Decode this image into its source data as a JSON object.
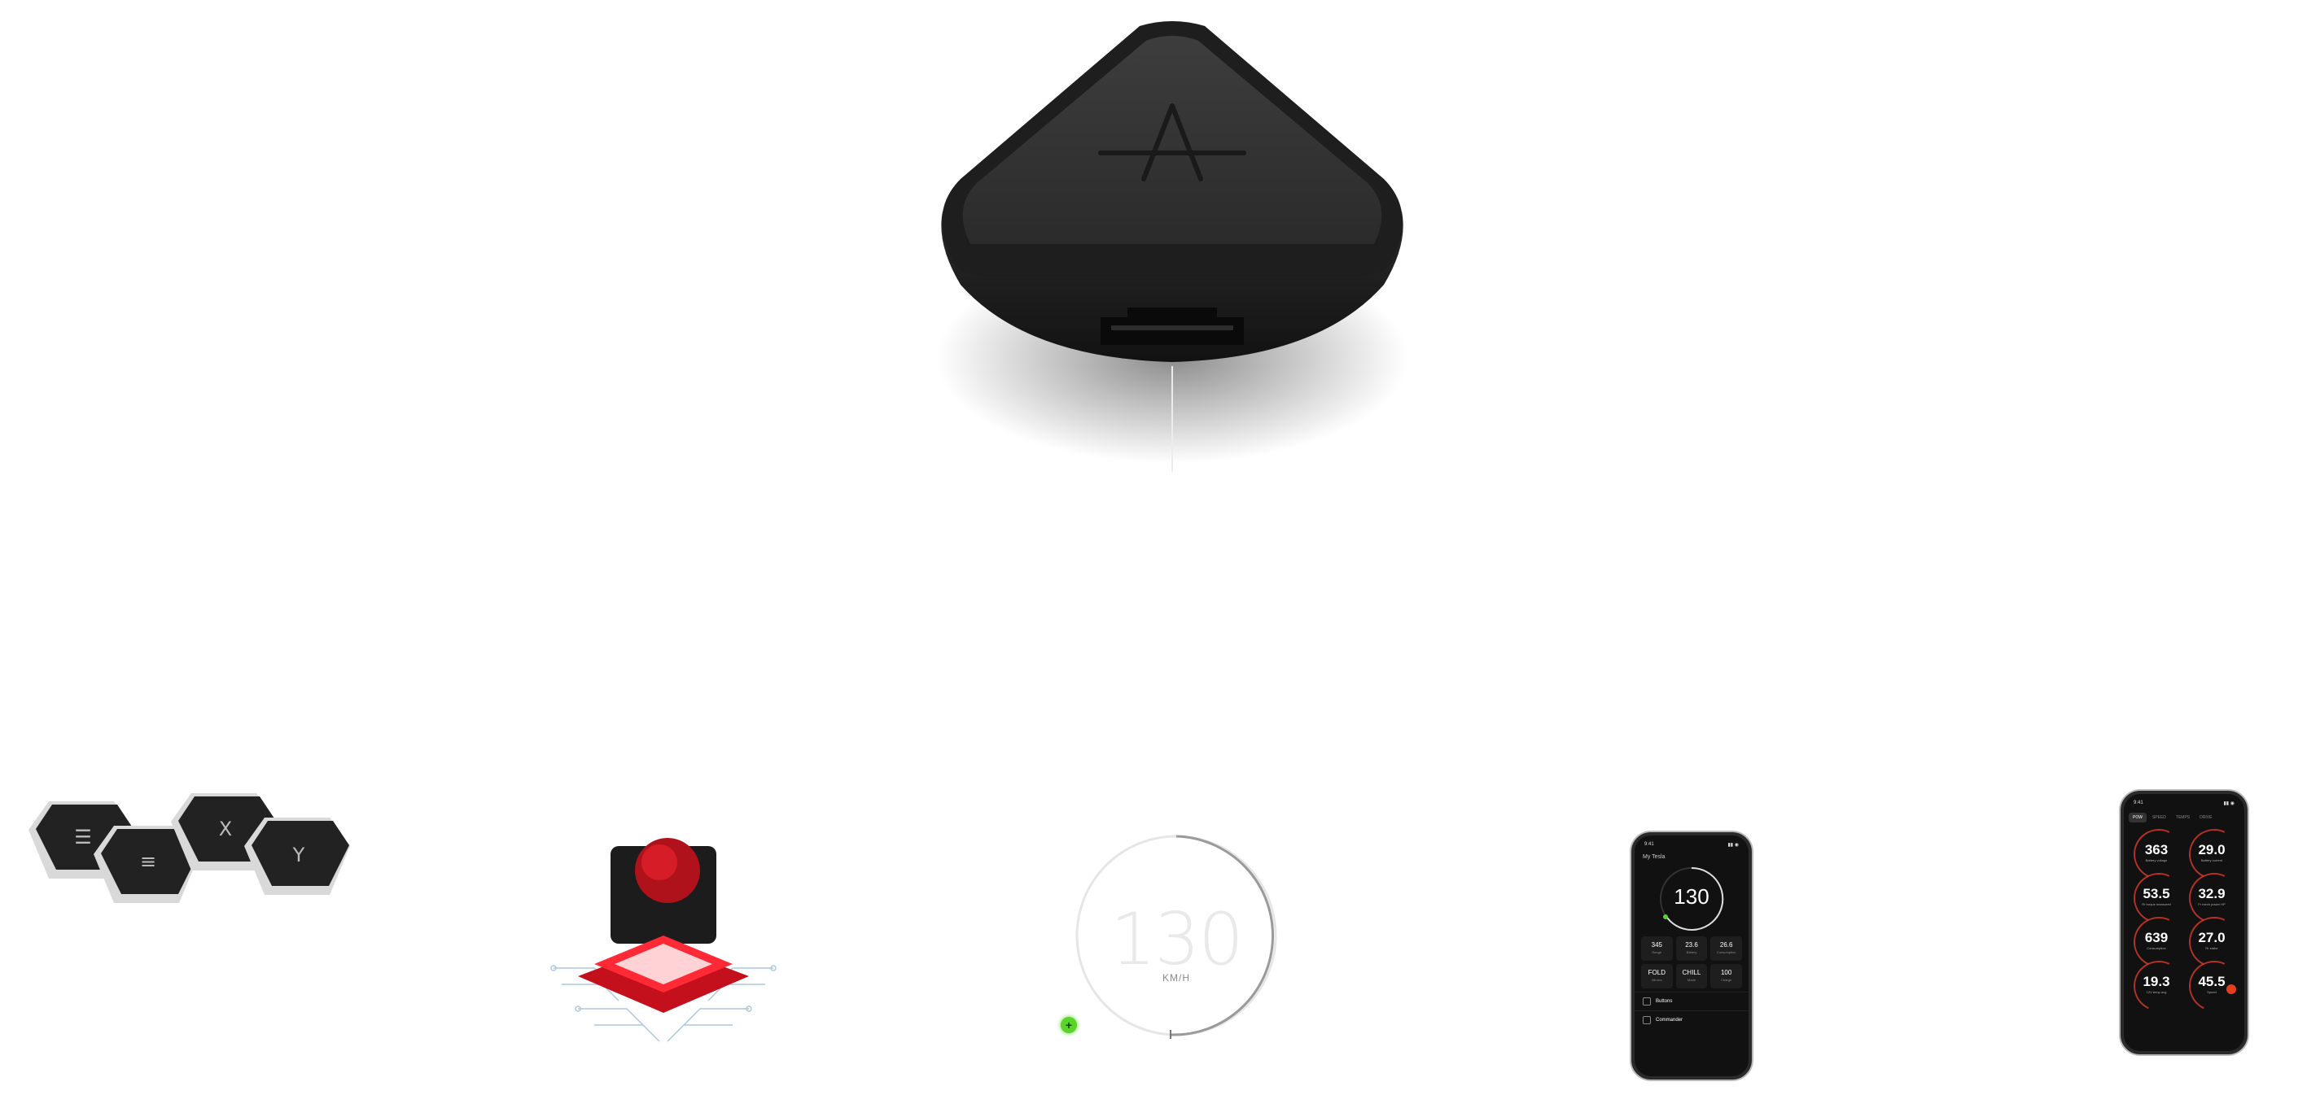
{
  "hero": {
    "logo_mark": "A",
    "icon": "triangular-device-icon"
  },
  "buttons": {
    "keys": [
      "☰",
      "≡",
      "X",
      "Y"
    ]
  },
  "gauge": {
    "value": "130",
    "unit": "KM/H",
    "status_icon": "green-plus-icon"
  },
  "phone1": {
    "time": "9:41",
    "title": "My Tesla",
    "speed": "130",
    "stats": [
      {
        "value": "345",
        "label": "Range"
      },
      {
        "value": "23.6",
        "label": "Battery"
      },
      {
        "value": "26.6",
        "label": "Consumption"
      },
      {
        "value": "FOLD",
        "label": "Mirrors"
      },
      {
        "value": "CHILL",
        "label": "Mode"
      },
      {
        "value": "100",
        "label": "Charge"
      }
    ],
    "menu": [
      "Buttons",
      "Commander"
    ]
  },
  "phone2": {
    "time": "9:41",
    "tabs": [
      "POW",
      "SPEED",
      "TEMPS",
      "DRIVE"
    ],
    "metrics": [
      {
        "value": "363",
        "label": "Battery voltage"
      },
      {
        "value": "29.0",
        "label": "Battery current"
      },
      {
        "value": "53.5",
        "label": "Rr torque measured"
      },
      {
        "value": "32.9",
        "label": "Fr mech power HP"
      },
      {
        "value": "639",
        "label": "Consumption"
      },
      {
        "value": "27.0",
        "label": "Rr stator"
      },
      {
        "value": "19.3",
        "label": "12V temp avg"
      },
      {
        "value": "45.5",
        "label": "Speed"
      }
    ]
  },
  "colors": {
    "accent_red": "#e2401c",
    "accent_green": "#5bd42a"
  }
}
